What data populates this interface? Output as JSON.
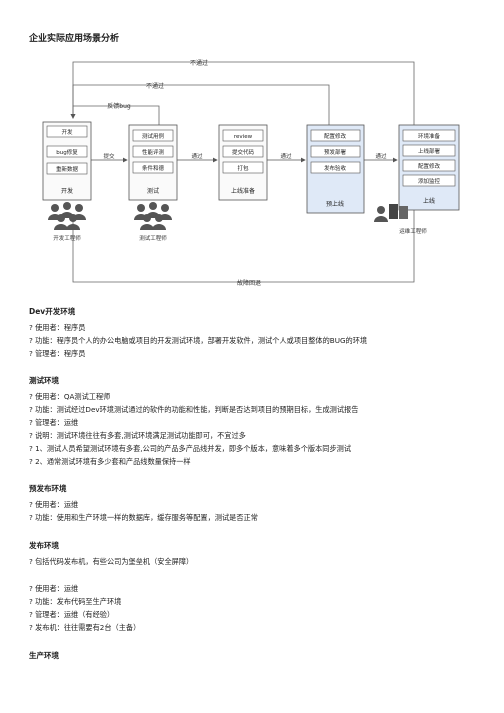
{
  "title": "企业实际应用场景分析",
  "diagram": {
    "feedback_labels": [
      "不通过",
      "不通过",
      "反馈bug"
    ],
    "rollback_label": "故障回退",
    "arrow_labels": [
      "提交",
      "通过",
      "通过",
      "通过"
    ],
    "stages": [
      {
        "name": "开发",
        "items": [
          "开发",
          "bug修复",
          "重新数据"
        ]
      },
      {
        "name": "测试",
        "items": [
          "测试用例",
          "性能评测",
          "条件和德"
        ]
      },
      {
        "name": "上线准备",
        "items": [
          "review",
          "提交代码",
          "打包"
        ]
      },
      {
        "name": "预上线",
        "items": [
          "配置修改",
          "预发部署",
          "发布验收"
        ]
      },
      {
        "name": "上线",
        "items": [
          "环境准备",
          "上线部署",
          "配置修改",
          "添加监控"
        ]
      }
    ],
    "people": [
      "开发工程师",
      "测试工程师",
      "运维工程师"
    ]
  },
  "sections": [
    {
      "heading": "Dev开发环境",
      "lines": [
        "? 使用者：程序员",
        "? 功能：程序员个人的办公电脑或项目的开发测试环境，部署开发软件，测试个人或项目整体的BUG的环境",
        "? 管理者：程序员"
      ]
    },
    {
      "heading": "测试环境",
      "lines": [
        "? 使用者：QA测试工程师",
        "? 功能：测试经过Dev环境测试通过的软件的功能和性能，判断是否达到项目的预期目标，生成测试报告",
        "? 管理者：运维",
        "? 说明：测试环境往往有多套,测试环境满足测试功能即可，不宜过多",
        "? 1、测试人员希望测试环境有多套,公司的产品多产品线并发，即多个版本，意味着多个版本同步测试",
        "? 2、通常测试环境有多少套和产品线数量保持一样"
      ]
    },
    {
      "heading": "预发布环境",
      "lines": [
        "? 使用者：运维",
        "? 功能：使用和生产环境一样的数据库，缓存服务等配置，测试是否正常"
      ]
    },
    {
      "heading": "发布环境",
      "lines": [
        "? 包括代码发布机，有些公司为堡垒机（安全屏障）",
        "",
        "? 使用者：运维",
        "? 功能：发布代码至生产环境",
        "? 管理者：运维（有经验）",
        "? 发布机：往往需要有2台（主备）"
      ]
    },
    {
      "heading": "生产环境",
      "lines": []
    }
  ]
}
